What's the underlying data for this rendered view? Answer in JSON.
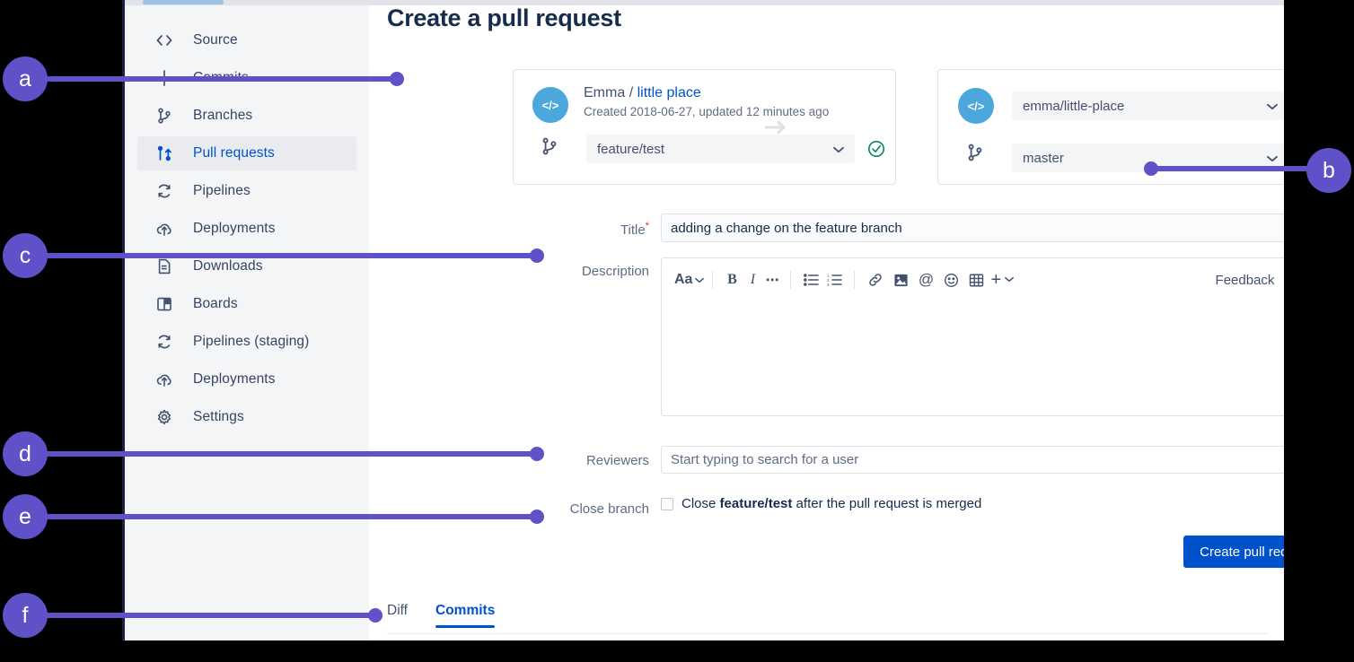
{
  "window": {
    "title": "Create a pull request"
  },
  "sidebar": {
    "items": [
      {
        "label": "Source",
        "icon": "code-icon",
        "active": false
      },
      {
        "label": "Commits",
        "icon": "commits-icon",
        "active": false
      },
      {
        "label": "Branches",
        "icon": "branch-icon",
        "active": false
      },
      {
        "label": "Pull requests",
        "icon": "pull-request-icon",
        "active": true
      },
      {
        "label": "Pipelines",
        "icon": "pipelines-icon",
        "active": false
      },
      {
        "label": "Deployments",
        "icon": "deployments-icon",
        "active": false
      },
      {
        "label": "Downloads",
        "icon": "downloads-icon",
        "active": false
      },
      {
        "label": "Boards",
        "icon": "boards-icon",
        "active": false
      },
      {
        "label": "Pipelines (staging)",
        "icon": "pipelines-icon",
        "active": false
      },
      {
        "label": "Deployments",
        "icon": "deployments-icon",
        "active": false
      },
      {
        "label": "Settings",
        "icon": "gear-icon",
        "active": false
      }
    ]
  },
  "source_panel": {
    "avatar_glyph": "</>",
    "owner": "Emma",
    "separator": "/",
    "repo_link": "little place",
    "meta": "Created 2018-06-27, updated 12 minutes ago",
    "branch_value": "feature/test",
    "chevron": "⌄",
    "status": "valid"
  },
  "dest_panel": {
    "avatar_glyph": "</>",
    "repo_value": "emma/little-place",
    "branch_value": "master",
    "chevron": "⌄",
    "status": "valid"
  },
  "form": {
    "title_label": "Title",
    "title_required_mark": "*",
    "title_value": "adding a change on the feature branch",
    "title_field_icon": "contact-card-icon",
    "description_label": "Description",
    "reviewers_label": "Reviewers",
    "reviewers_placeholder": "Start typing to search for a user",
    "close_branch_label": "Close branch",
    "close_branch_text_before": "Close ",
    "close_branch_branch": "feature/test",
    "close_branch_text_after": " after the pull request is merged",
    "close_branch_checked": false,
    "submit_label": "Create pull request"
  },
  "editor_toolbar": {
    "font_style_label": "Aa",
    "font_style_chevron": "⌄",
    "bold_label": "B",
    "italic_label": "I",
    "more_label": "⋯",
    "insert_plus_label": "+",
    "insert_plus_chevron": "⌄",
    "mention_label": "@",
    "feedback_label": "Feedback",
    "help_label": "?",
    "icons": [
      "text-style-icon",
      "bold-icon",
      "italic-icon",
      "more-formatting-icon",
      "bullet-list-icon",
      "numbered-list-icon",
      "link-icon",
      "image-icon",
      "mention-icon",
      "emoji-icon",
      "table-icon",
      "insert-more-icon"
    ]
  },
  "tabs": [
    {
      "label": "Diff",
      "active": false
    },
    {
      "label": "Commits",
      "active": true
    }
  ],
  "callouts": [
    {
      "letter": "a"
    },
    {
      "letter": "b"
    },
    {
      "letter": "c"
    },
    {
      "letter": "d"
    },
    {
      "letter": "e"
    },
    {
      "letter": "f"
    }
  ],
  "colors": {
    "accent_blue": "#0052cc",
    "callout_purple": "#5f52c8",
    "avatar_blue": "#4ba7dc",
    "success_green": "#36b37e",
    "sidebar_bg": "#f4f5f7",
    "required_red": "#de350b"
  }
}
